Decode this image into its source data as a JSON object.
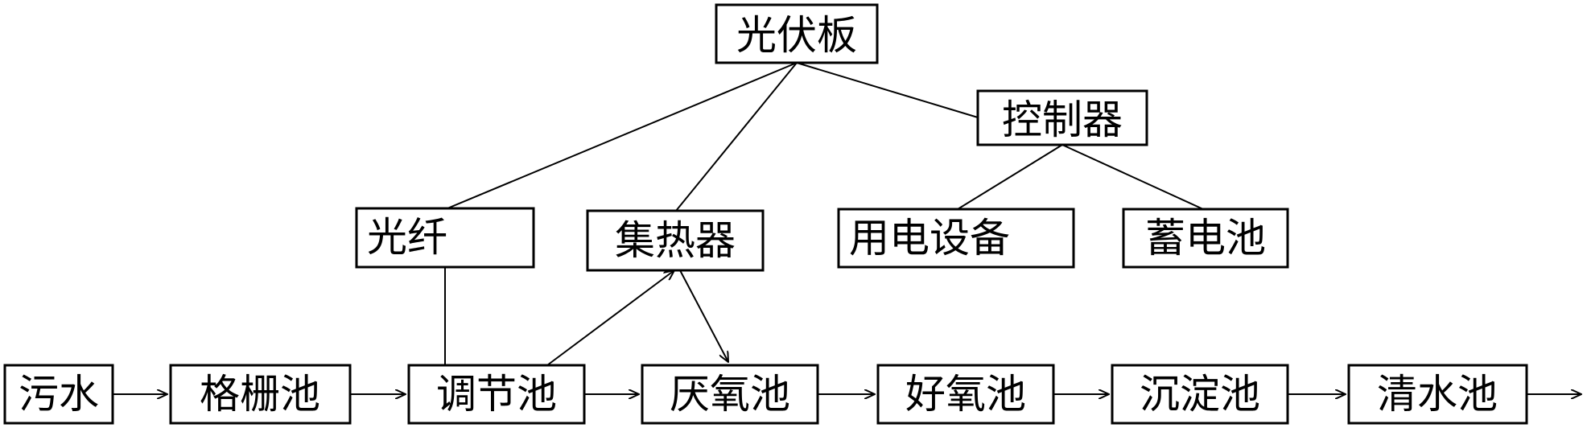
{
  "nodes": {
    "solar_panel": "光伏板",
    "controller": "控制器",
    "optical_fiber": "光纤",
    "heat_collector": "集热器",
    "electrical_equipment": "用电设备",
    "battery": "蓄电池",
    "sewage": "污水",
    "grille_tank": "格栅池",
    "regulating_tank": "调节池",
    "anaerobic_tank": "厌氧池",
    "aerobic_tank": "好氧池",
    "sedimentation_tank": "沉淀池",
    "clear_water_tank": "清水池"
  },
  "edges": [
    {
      "from": "solar_panel",
      "to": "optical_fiber",
      "arrow": false
    },
    {
      "from": "solar_panel",
      "to": "heat_collector",
      "arrow": false
    },
    {
      "from": "solar_panel",
      "to": "controller",
      "arrow": false
    },
    {
      "from": "controller",
      "to": "electrical_equipment",
      "arrow": false
    },
    {
      "from": "controller",
      "to": "battery",
      "arrow": false
    },
    {
      "from": "optical_fiber",
      "to": "regulating_tank",
      "arrow": false
    },
    {
      "from": "regulating_tank",
      "to": "heat_collector",
      "arrow": true
    },
    {
      "from": "heat_collector",
      "to": "anaerobic_tank",
      "arrow": true
    },
    {
      "from": "sewage",
      "to": "grille_tank",
      "arrow": true
    },
    {
      "from": "grille_tank",
      "to": "regulating_tank",
      "arrow": true
    },
    {
      "from": "regulating_tank",
      "to": "anaerobic_tank",
      "arrow": true
    },
    {
      "from": "anaerobic_tank",
      "to": "aerobic_tank",
      "arrow": true
    },
    {
      "from": "aerobic_tank",
      "to": "sedimentation_tank",
      "arrow": true
    },
    {
      "from": "sedimentation_tank",
      "to": "clear_water_tank",
      "arrow": true
    },
    {
      "from": "clear_water_tank",
      "to": "outlet",
      "arrow": true
    }
  ]
}
